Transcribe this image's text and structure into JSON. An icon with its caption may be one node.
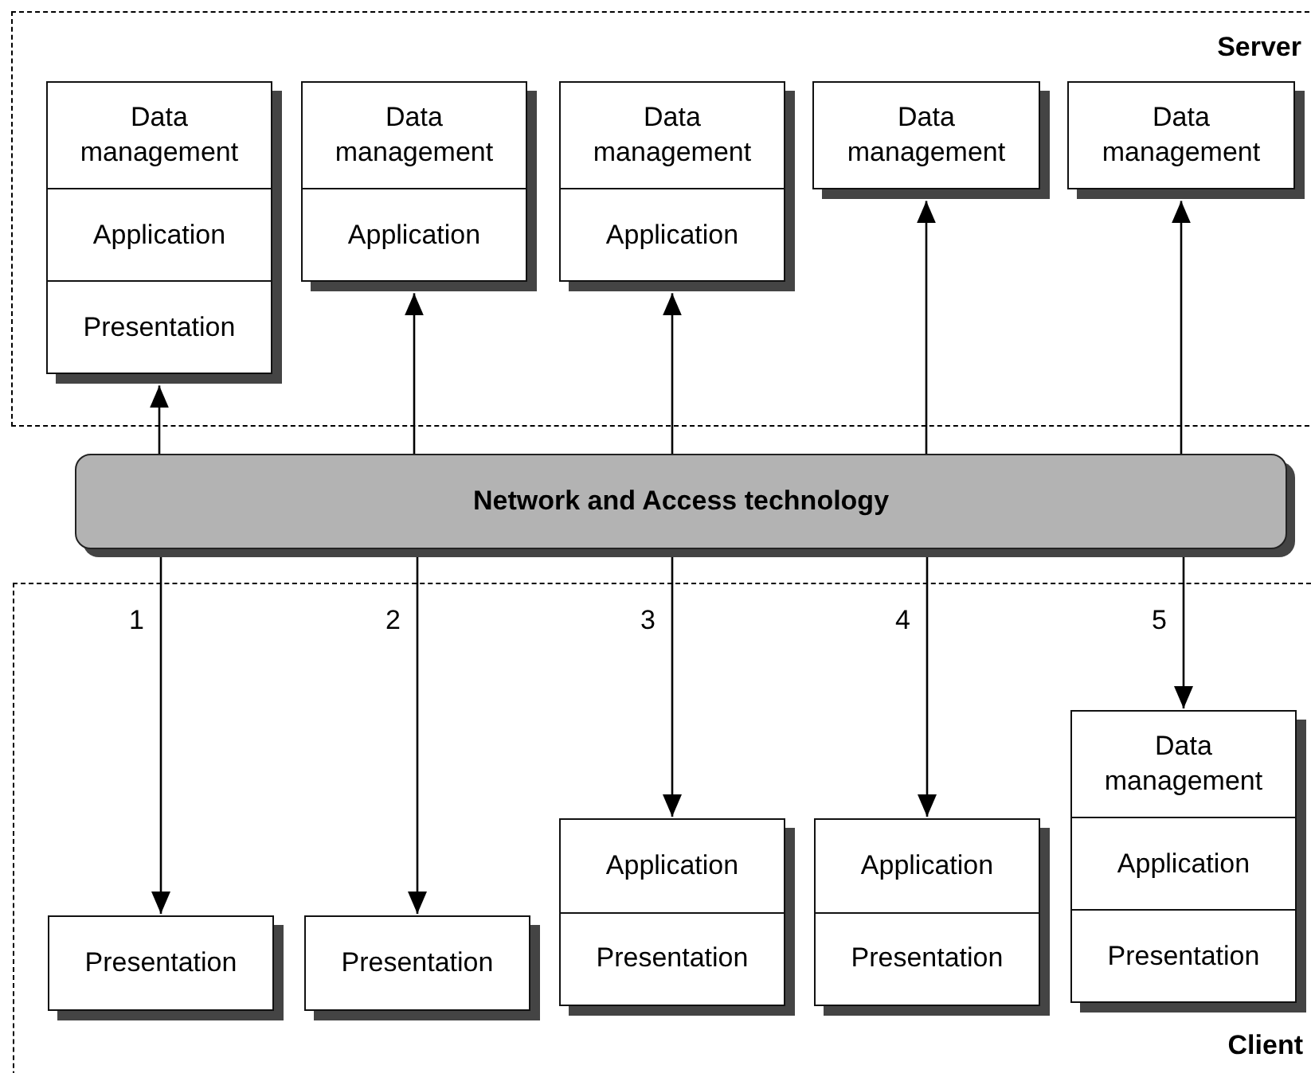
{
  "diagram": {
    "nodes": [
      {
        "text": [
          "Server"
        ]
      },
      {
        "text": [
          "Data management",
          "Application",
          "Presentation"
        ],
        "in": 0
      },
      {
        "text": [
          "Data management",
          "Application"
        ],
        "in": 0
      },
      {
        "text": [
          "Data management",
          "Application"
        ],
        "in": 0
      },
      {
        "text": [
          "Data management"
        ],
        "in": 0
      },
      {
        "text": [
          "Data management"
        ],
        "in": 0
      },
      {
        "text": [
          "Network and Access technology"
        ]
      },
      {
        "text": [
          "Client"
        ]
      },
      {
        "text": [
          "Presentation"
        ],
        "in": 7
      },
      {
        "text": [
          "Presentation"
        ],
        "in": 7
      },
      {
        "text": [
          "Application",
          "Presentation"
        ],
        "in": 7
      },
      {
        "text": [
          "Application",
          "Presentation"
        ],
        "in": 7
      },
      {
        "text": [
          "Data management",
          "Application",
          "Presentation"
        ],
        "in": 7
      }
    ],
    "edges": [
      {
        "from": 6,
        "to": 1,
        "arrow": "to"
      },
      {
        "from": 6,
        "to": 2,
        "arrow": "to"
      },
      {
        "from": 6,
        "to": 3,
        "arrow": "to"
      },
      {
        "from": 6,
        "to": 4,
        "arrow": "to"
      },
      {
        "from": 6,
        "to": 5,
        "arrow": "to"
      },
      {
        "from": 6,
        "to": 8,
        "arrow": "to",
        "label": "1"
      },
      {
        "from": 6,
        "to": 9,
        "arrow": "to",
        "label": "2"
      },
      {
        "from": 6,
        "to": 10,
        "arrow": "to",
        "label": "3"
      },
      {
        "from": 6,
        "to": 11,
        "arrow": "to",
        "label": "4"
      },
      {
        "from": 6,
        "to": 12,
        "arrow": "to",
        "label": "5"
      }
    ]
  }
}
